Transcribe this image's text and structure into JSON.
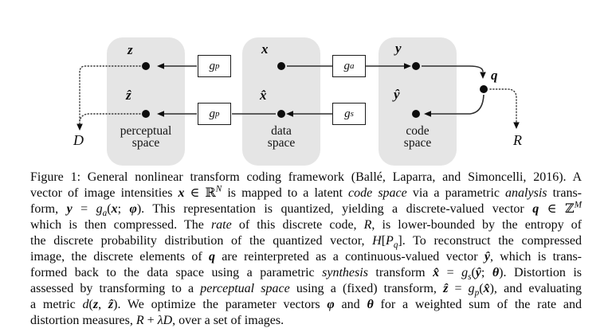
{
  "diagram": {
    "spaces": [
      {
        "id": "perceptual",
        "label": "perceptual\nspace"
      },
      {
        "id": "data",
        "label": "data\nspace"
      },
      {
        "id": "code",
        "label": "code\nspace"
      }
    ],
    "nodes": {
      "z": "z",
      "x": "x",
      "y": "y",
      "z_hat": "ẑ",
      "x_hat": "x̂",
      "y_hat": "ŷ",
      "q": "q"
    },
    "transforms": {
      "gp_top": "g<sub>p</sub>",
      "ga": "g<sub>a</sub>",
      "gp_bottom": "g<sub>p</sub>",
      "gs": "g<sub>s</sub>"
    },
    "metrics": {
      "distortion": "D",
      "rate": "R"
    },
    "colors": {
      "space_fill": "#e5e5e5",
      "wire": "#2e2e2e",
      "dot": "#0d0d0d"
    }
  },
  "caption": {
    "lines": [
      "Figure 1: General nonlinear transform coding framework (Ballé, Laparra, and Simoncelli, 2016). A",
      "vector of image intensities <b><i>x</i></b> ∈ ℝ<sup><i>N</i></sup> is mapped to a latent <i>code space</i> via a parametric <i>analysis</i> trans-",
      "form, <b><i>y</i></b> = <i>g<sub>a</sub></i>(<b><i>x</i></b>; <b><i>φ</i></b>). This representation is quantized, yielding a discrete-valued vector <b><i>q</i></b> ∈ ℤ<sup><i>M</i></sup>",
      "which is then compressed. The <i>rate</i> of this discrete code, <i>R</i>, is lower-bounded by the entropy of",
      "the discrete probability distribution of the quantized vector, <i>H</i>[<i>P<sub>q</sub></i>]. To reconstruct the compressed",
      "image, the discrete elements of <b><i>q</i></b> are reinterpreted as a continuous-valued vector <b><i>ŷ</i></b>, which is trans-",
      "formed back to the data space using a parametric <i>synthesis</i> transform <b><i>x̂</i></b> = <i>g<sub>s</sub></i>(<b><i>ŷ</i></b>; <b><i>θ</i></b>). Distortion is",
      "assessed by transforming to a <i>perceptual space</i> using a (fixed) transform, <b><i>ẑ</i></b> = <i>g<sub>p</sub></i>(<b><i>x̂</i></b>), and evaluating",
      "a metric <i>d</i>(<b><i>z</i></b>, <b><i>ẑ</i></b>). We optimize the parameter vectors <b><i>φ</i></b> and <b><i>θ</i></b> for a weighted sum of the rate and",
      "distortion measures, <i>R</i> + <i>λD</i>, over a set of images."
    ]
  }
}
